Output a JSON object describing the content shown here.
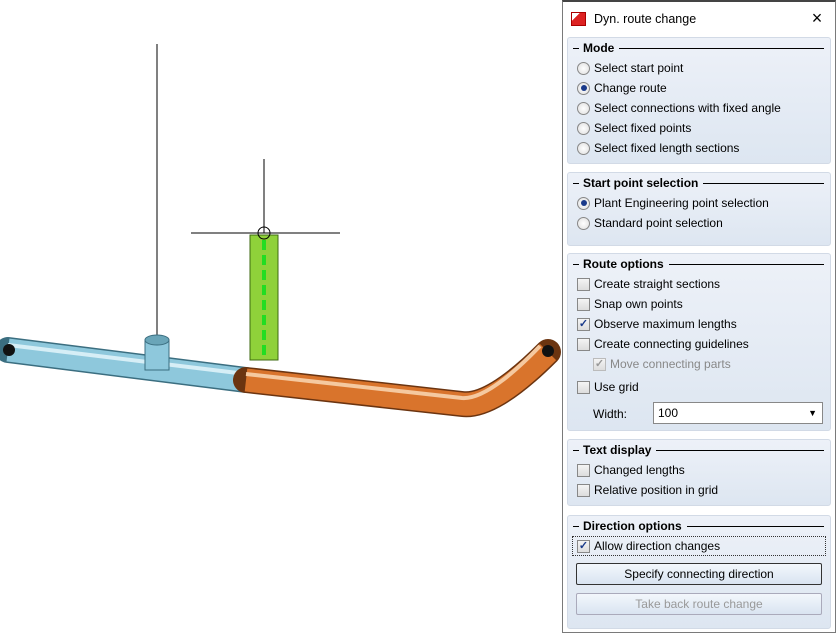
{
  "dialog": {
    "title": "Dyn. route change",
    "close": "×"
  },
  "mode": {
    "title": "Mode",
    "options": [
      "Select start point",
      "Change route",
      "Select connections with fixed angle",
      "Select fixed points",
      "Select fixed length sections"
    ],
    "selected": 1
  },
  "start": {
    "title": "Start point selection",
    "options": [
      "Plant Engineering point selection",
      "Standard point selection"
    ],
    "selected": 0
  },
  "route": {
    "title": "Route options",
    "create_straight": "Create straight sections",
    "snap_own": "Snap own points",
    "observe_max": "Observe maximum lengths",
    "create_guidelines": "Create connecting guidelines",
    "move_parts": "Move connecting parts",
    "use_grid": "Use grid",
    "width_label": "Width:",
    "width_value": "100"
  },
  "text": {
    "title": "Text display",
    "changed_lengths": "Changed lengths",
    "relative_pos": "Relative position in grid"
  },
  "direction": {
    "title": "Direction options",
    "allow": "Allow direction changes",
    "specify_btn": "Specify connecting direction",
    "takeback_btn": "Take back route change"
  },
  "colors": {
    "blue_pipe": "#8ec8dc",
    "orange_pipe": "#d9742c",
    "green_pipe": "#8fd13a",
    "accent": "#1a3a8a"
  }
}
